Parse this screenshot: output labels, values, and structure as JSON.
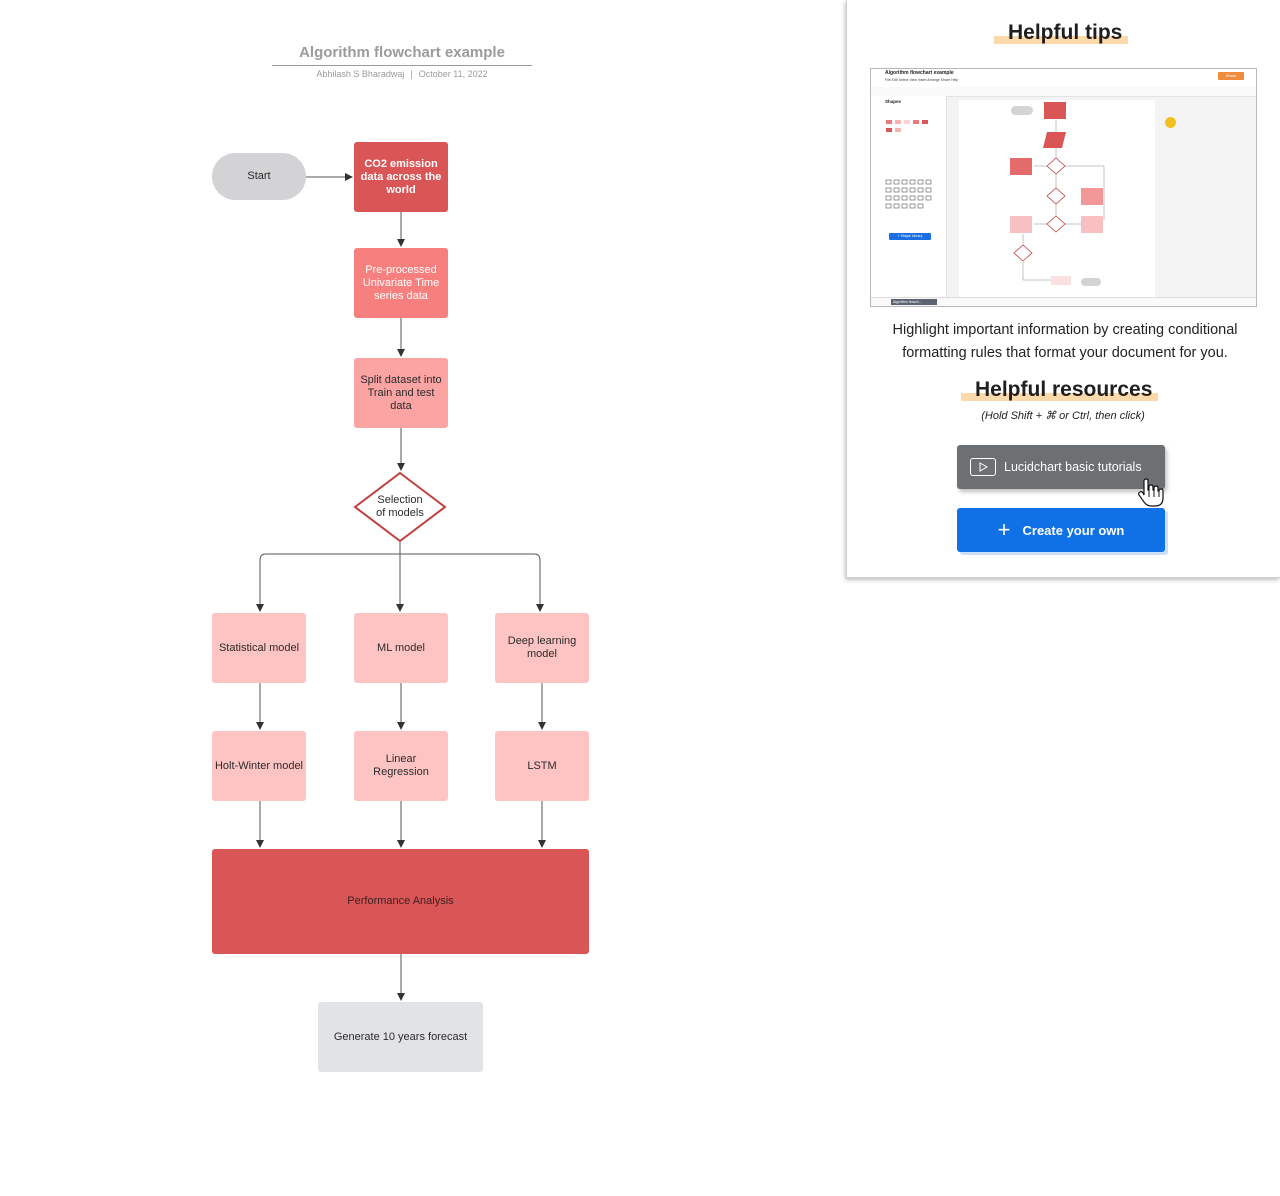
{
  "document": {
    "title": "Algorithm flowchart example",
    "author": "Abhilash S Bharadwaj",
    "separator": "|",
    "date": "October 11, 2022"
  },
  "flowchart": {
    "start": "Start",
    "co2": "CO2 emission data across the world",
    "preprocessed": "Pre-processed Univariate  Time series data",
    "split": "Split dataset into Train and test data",
    "selection": "Selection of models",
    "statistical": "Statistical model",
    "ml": "ML model",
    "deep": "Deep learning model",
    "holt": "Holt-Winter model",
    "linear": "Linear Regression",
    "lstm": "LSTM",
    "performance": "Performance Analysis",
    "forecast": "Generate 10 years forecast"
  },
  "panel": {
    "tips_heading": "Helpful tips",
    "tips_text": "Highlight important information by creating conditional formatting rules that format your document for you.",
    "resources_heading": "Helpful resources",
    "resources_hint": "(Hold Shift + ⌘ or Ctrl, then click)",
    "tutorials_button": "Lucidchart basic tutorials",
    "create_button": "Create your own",
    "preview": {
      "title": "Algorithm flowchart example",
      "menu": "File  Edit  Select  View  Insert  Arrange  Share  Help",
      "share": "Share",
      "shapes": "Shapes",
      "library_button": "+ Shape Library",
      "tab": "Algorithm flowch..."
    }
  },
  "colors": {
    "dark_red": "#d95556",
    "coral": "#f7807f",
    "salmon": "#fca3a3",
    "pink": "#fec3c3",
    "grey_node": "#d3d3d5",
    "forecast_node": "#e2e3e6",
    "highlight": "#fcd9a8",
    "primary_blue": "#1070e5",
    "tutorial_grey": "#6d7073"
  }
}
